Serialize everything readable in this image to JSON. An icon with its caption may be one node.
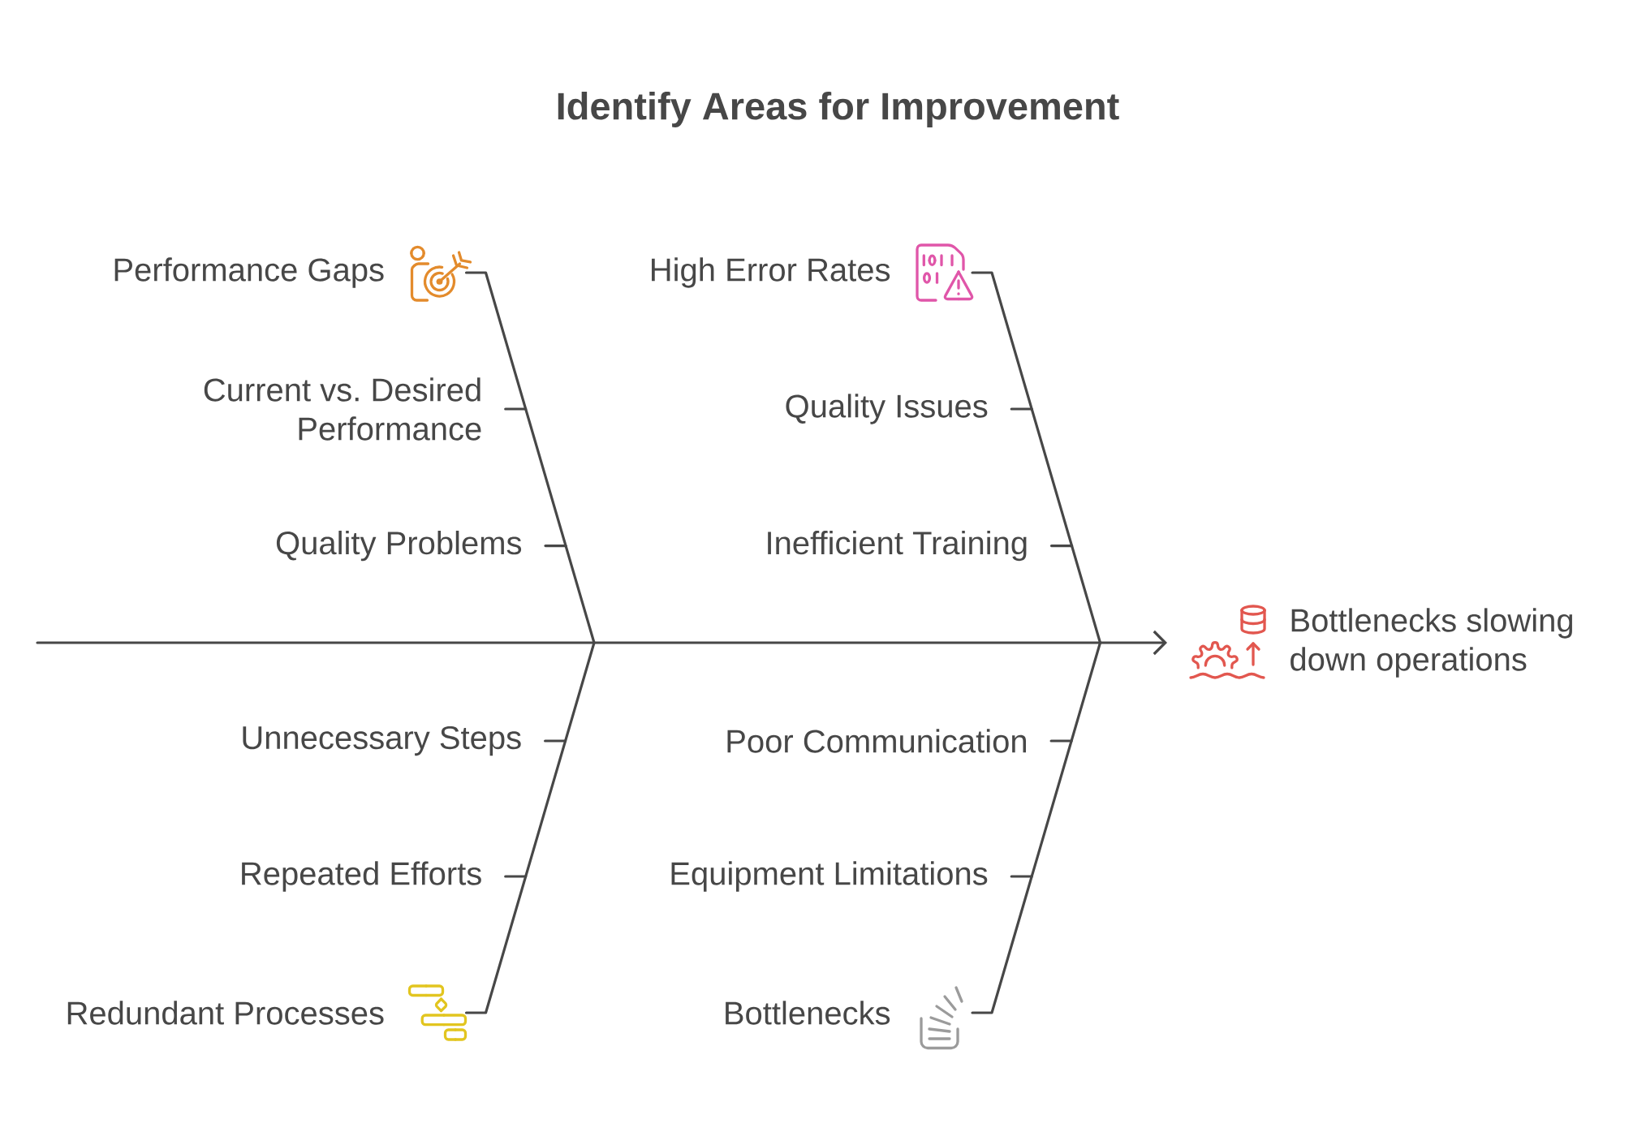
{
  "diagram": {
    "title": "Identify Areas for Improvement",
    "nodes": [
      {
        "text": [
          "Performance Gaps"
        ]
      },
      {
        "text": [
          "High Error Rates"
        ]
      },
      {
        "text": [
          "Current vs. Desired Performance"
        ]
      },
      {
        "text": [
          "Quality Issues"
        ]
      },
      {
        "text": [
          "Quality Problems"
        ]
      },
      {
        "text": [
          "Inefficient Training"
        ]
      },
      {
        "text": [
          "Bottlenecks slowing down operations"
        ]
      },
      {
        "text": [
          "Unnecessary Steps"
        ]
      },
      {
        "text": [
          "Poor Communication"
        ]
      },
      {
        "text": [
          "Repeated Efforts"
        ]
      },
      {
        "text": [
          "Equipment Limitations"
        ]
      },
      {
        "text": [
          "Redundant Processes"
        ]
      },
      {
        "text": [
          "Bottlenecks"
        ]
      }
    ],
    "edges": [
      {
        "from": null,
        "to": 6,
        "arrow": "to"
      },
      {
        "from": 0,
        "to": null,
        "arrow": "none"
      },
      {
        "from": 1,
        "to": null,
        "arrow": "none"
      },
      {
        "from": 11,
        "to": null,
        "arrow": "none"
      },
      {
        "from": 12,
        "to": null,
        "arrow": "none"
      },
      {
        "from": 2,
        "to": null,
        "arrow": "none"
      },
      {
        "from": 3,
        "to": null,
        "arrow": "none"
      },
      {
        "from": 4,
        "to": null,
        "arrow": "none"
      },
      {
        "from": 5,
        "to": null,
        "arrow": "none"
      },
      {
        "from": 7,
        "to": null,
        "arrow": "none"
      },
      {
        "from": 8,
        "to": null,
        "arrow": "none"
      },
      {
        "from": 9,
        "to": null,
        "arrow": "none"
      },
      {
        "from": 10,
        "to": null,
        "arrow": "none"
      }
    ]
  }
}
